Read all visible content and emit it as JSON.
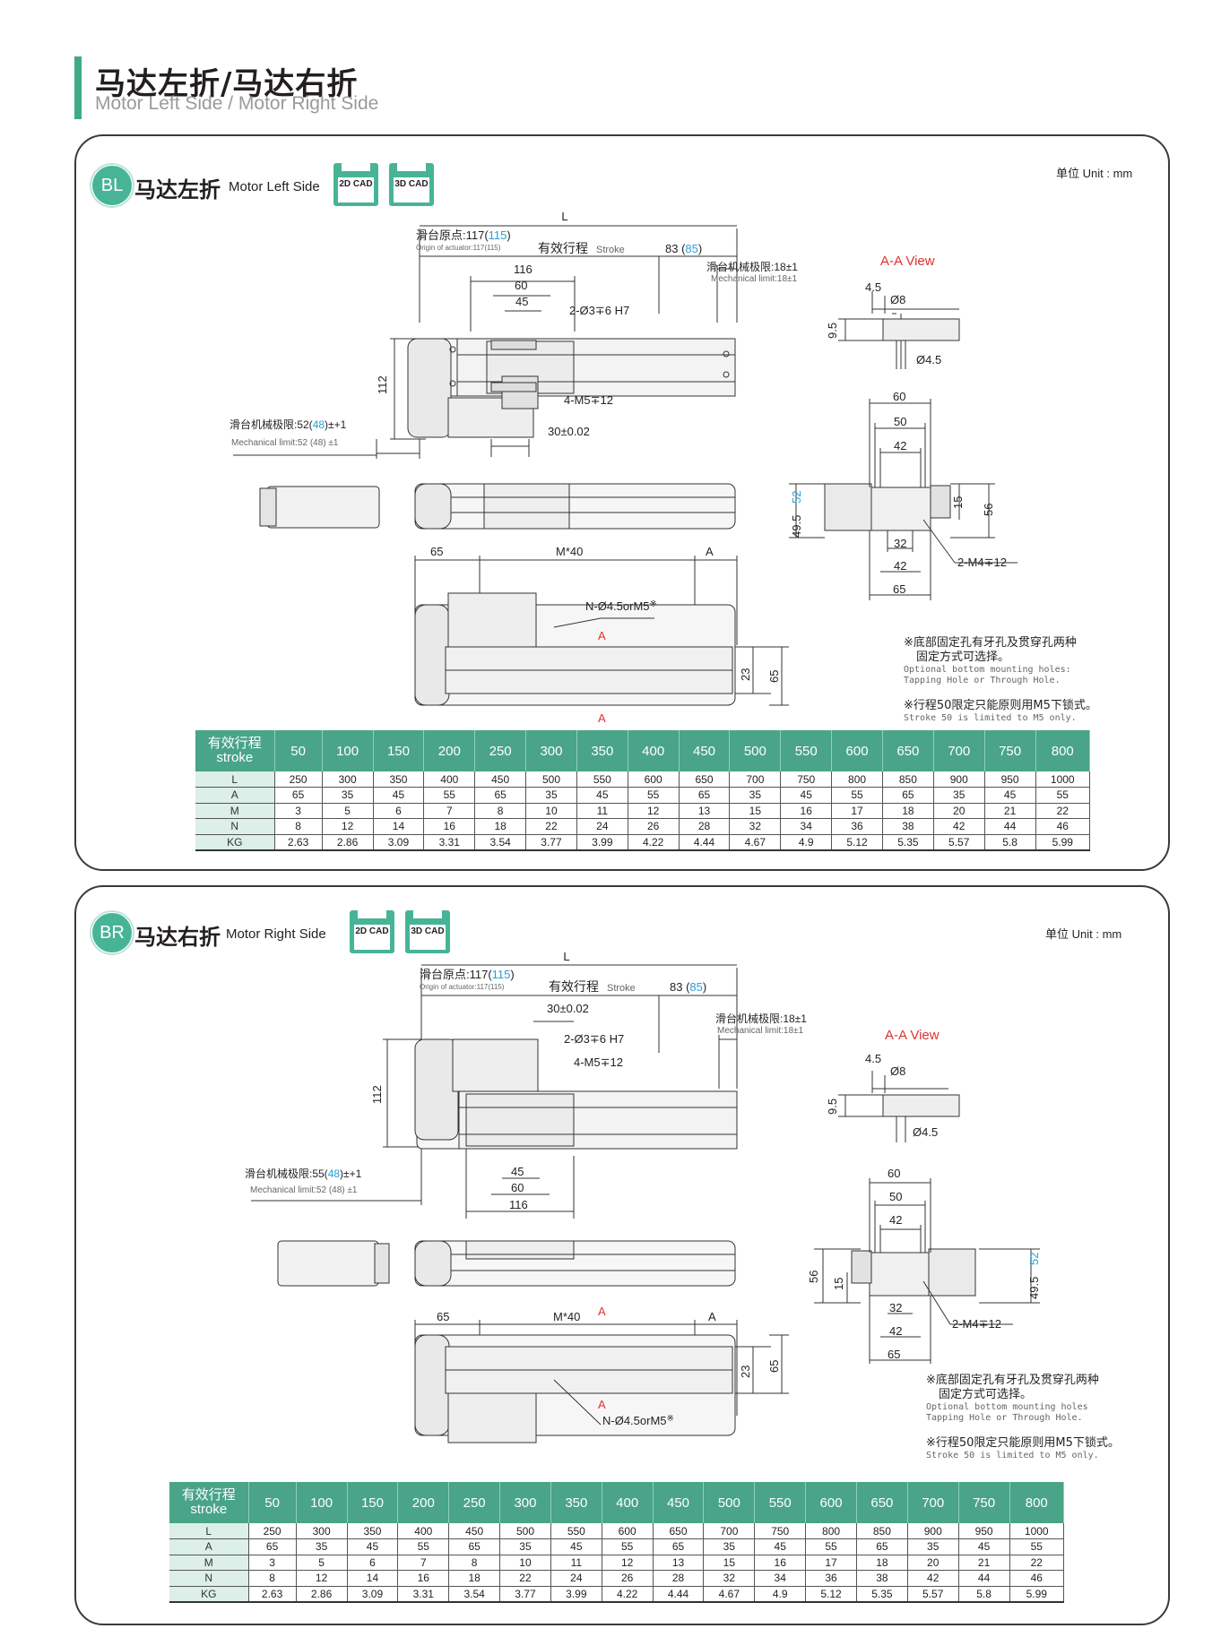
{
  "header": {
    "title_zh": "马达左折/马达右折",
    "title_en": "Motor Left Side / Motor Right Side"
  },
  "panels": [
    {
      "badge": "BL",
      "title_zh": "马达左折",
      "title_en": "Motor Left Side",
      "unit": "单位 Unit : mm",
      "cad": [
        "2D CAD",
        "3D CAD"
      ],
      "dims": {
        "L": "L",
        "origin_zh": "滑台原点:117(",
        "origin_val": "115",
        "origin_close": ")",
        "origin_en": "Origin of actuator:117(115)",
        "stroke_zh": "有效行程",
        "stroke_en": "Stroke",
        "d83": "83 (",
        "d85": "85",
        "d83c": ")",
        "mech_r_zh": "滑台机械极限:18±1",
        "mech_r_en": "Mechanical limit:18±1",
        "d116": "116",
        "d60": "60",
        "d45": "45",
        "pin": "2-Ø3∓6 H7",
        "m5": "4-M5∓12",
        "d112": "112",
        "d30": "30±0.02",
        "mech_l_zh": "滑台机械极限:52(",
        "mech_l_val": "48",
        "mech_l_close": ")±+1",
        "mech_l_en": "Mechanical limit:52 (48) ±1",
        "d65": "65",
        "m40": "M*40",
        "a": "A",
        "n": "N-Ø4.5orM5",
        "ref": "※",
        "d23": "23",
        "d65v": "65",
        "marker_a": "A"
      },
      "aa": {
        "title": "A-A View",
        "d45": "4.5",
        "d8": "Ø8",
        "d95": "9.5",
        "d45b": "Ø4.5"
      },
      "side": {
        "d60": "60",
        "d50": "50",
        "d42": "42",
        "d495": "49.5",
        "d52": "52",
        "d15": "15",
        "d56": "56",
        "d32": "32",
        "d42b": "42",
        "d65": "65",
        "m4": "2-M4∓12"
      },
      "notes": {
        "n1_zh": "※底部固定孔有牙孔及贯穿孔两种",
        "n1_zh2": "固定方式可选择。",
        "n1_en": "Optional bottom mounting holes:",
        "n1_en2": "Tapping Hole or Through Hole.",
        "n2_zh": "※行程50限定只能原则用M5下锁式。",
        "n2_en": "Stroke 50 is limited to M5 only."
      }
    },
    {
      "badge": "BR",
      "title_zh": "马达右折",
      "title_en": "Motor Right Side",
      "unit": "单位 Unit : mm",
      "cad": [
        "2D CAD",
        "3D CAD"
      ],
      "dims": {
        "L": "L",
        "origin_zh": "滑台原点:117(",
        "origin_val": "115",
        "origin_close": ")",
        "origin_en": "Origin of actuator:117(115)",
        "stroke_zh": "有效行程",
        "stroke_en": "Stroke",
        "d83": "83 (",
        "d85": "85",
        "d83c": ")",
        "mech_r_zh": "滑台机械极限:18±1",
        "mech_r_en": "Mechanical limit:18±1",
        "d116": "116",
        "d60": "60",
        "d45": "45",
        "pin": "2-Ø3∓6 H7",
        "m5": "4-M5∓12",
        "d112": "112",
        "d30": "30±0.02",
        "mech_l_zh": "滑台机械极限:55(",
        "mech_l_val": "48",
        "mech_l_close": ")±+1",
        "mech_l_en": "Mechanical limit:52 (48) ±1",
        "d65": "65",
        "m40": "M*40",
        "a": "A",
        "n": "N-Ø4.5orM5",
        "ref": "※",
        "d23": "23",
        "d65v": "65",
        "marker_a": "A"
      },
      "aa": {
        "title": "A-A View",
        "d45": "4.5",
        "d8": "Ø8",
        "d95": "9.5",
        "d45b": "Ø4.5"
      },
      "side": {
        "d60": "60",
        "d50": "50",
        "d42": "42",
        "d495": "49.5",
        "d52": "52",
        "d15": "15",
        "d56": "56",
        "d32": "32",
        "d42b": "42",
        "d65": "65",
        "m4": "2-M4∓12"
      },
      "notes": {
        "n1_zh": "※底部固定孔有牙孔及贯穿孔两种",
        "n1_zh2": "固定方式可选择。",
        "n1_en": "Optional bottom mounting holes",
        "n1_en2": "Tapping Hole or Through Hole.",
        "n2_zh": "※行程50限定只能原则用M5下锁式。",
        "n2_en": "Stroke 50 is limited to M5 only."
      }
    }
  ],
  "spec_table": {
    "head_zh": "有效行程",
    "head_en": "stroke",
    "strokes": [
      "50",
      "100",
      "150",
      "200",
      "250",
      "300",
      "350",
      "400",
      "450",
      "500",
      "550",
      "600",
      "650",
      "700",
      "750",
      "800"
    ],
    "rows": [
      {
        "label": "L",
        "values": [
          "250",
          "300",
          "350",
          "400",
          "450",
          "500",
          "550",
          "600",
          "650",
          "700",
          "750",
          "800",
          "850",
          "900",
          "950",
          "1000"
        ]
      },
      {
        "label": "A",
        "values": [
          "65",
          "35",
          "45",
          "55",
          "65",
          "35",
          "45",
          "55",
          "65",
          "35",
          "45",
          "55",
          "65",
          "35",
          "45",
          "55"
        ]
      },
      {
        "label": "M",
        "values": [
          "3",
          "5",
          "6",
          "7",
          "8",
          "10",
          "11",
          "12",
          "13",
          "15",
          "16",
          "17",
          "18",
          "20",
          "21",
          "22"
        ]
      },
      {
        "label": "N",
        "values": [
          "8",
          "12",
          "14",
          "16",
          "18",
          "22",
          "24",
          "26",
          "28",
          "32",
          "34",
          "36",
          "38",
          "42",
          "44",
          "46"
        ]
      },
      {
        "label": "KG",
        "values": [
          "2.63",
          "2.86",
          "3.09",
          "3.31",
          "3.54",
          "3.77",
          "3.99",
          "4.22",
          "4.44",
          "4.67",
          "4.9",
          "5.12",
          "5.35",
          "5.57",
          "5.8",
          "5.99"
        ]
      }
    ]
  },
  "colors": {
    "accent": "#48b497",
    "table_header": "#49a488",
    "highlight": "#2a9fd6",
    "aa_red": "#e0312b"
  }
}
